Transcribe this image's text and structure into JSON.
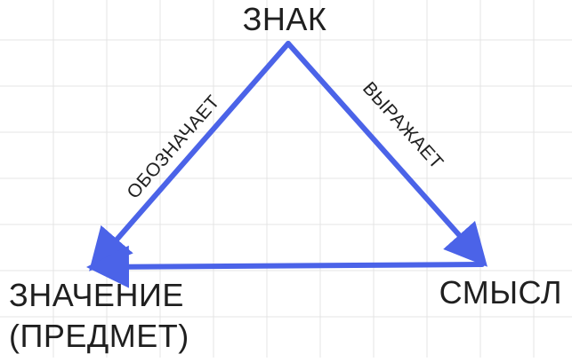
{
  "diagram": {
    "nodes": {
      "top": {
        "label": "ЗНАК"
      },
      "left": {
        "label_line1": "ЗНАЧЕНИЕ",
        "label_line2": "(ПРЕДМЕТ)"
      },
      "right": {
        "label": "СМЫСЛ"
      }
    },
    "edges": {
      "left": {
        "label": "ОБОЗНАЧАЕТ"
      },
      "right": {
        "label": "ВЫРАЖАЕТ"
      },
      "bottom": {
        "label": ""
      }
    },
    "colors": {
      "arrow": "#4b63e8",
      "grid": "#e4e4e4",
      "text": "#1f1f1f",
      "background": "#ffffff"
    }
  }
}
